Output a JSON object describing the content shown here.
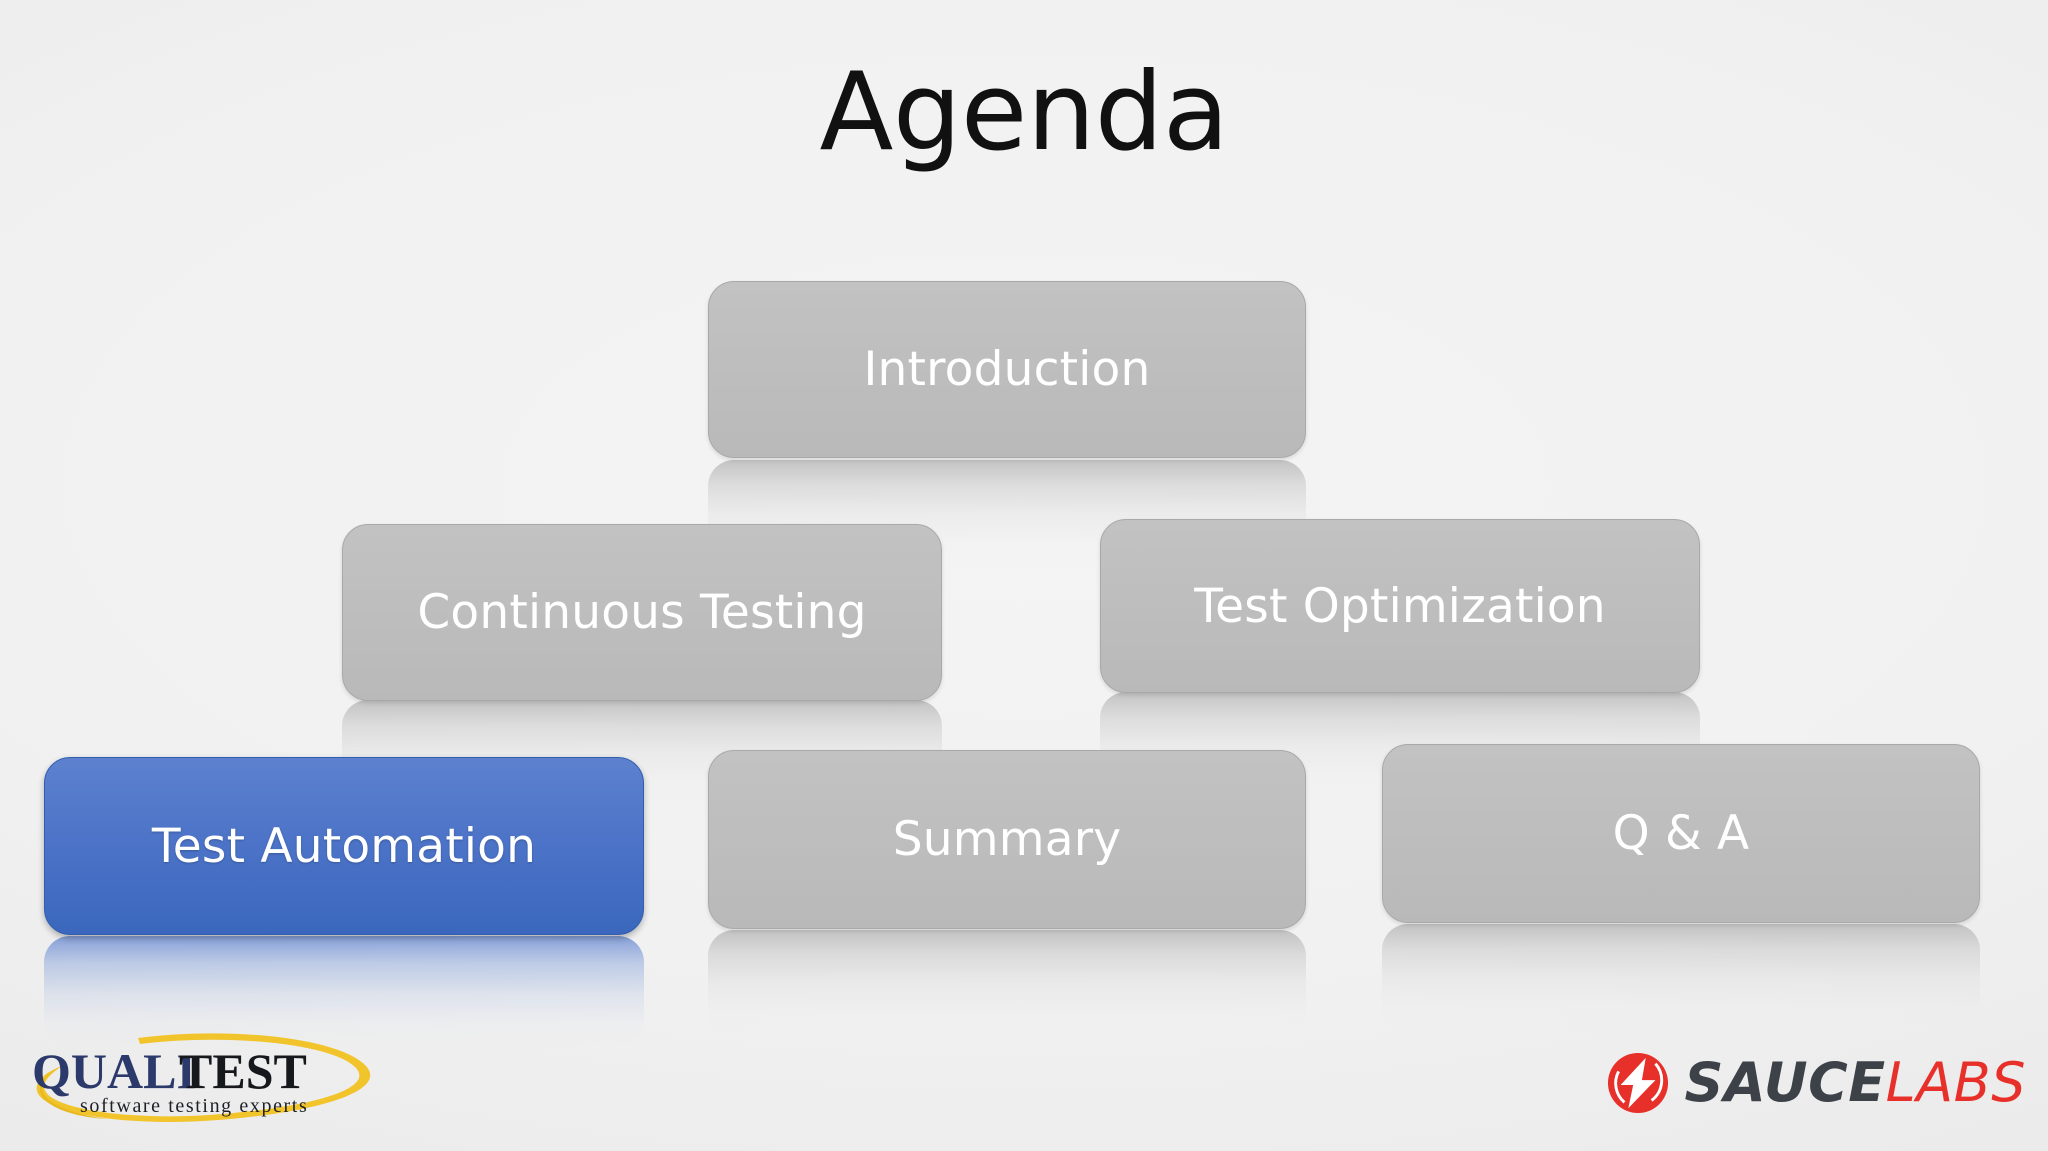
{
  "slide": {
    "title": "Agenda",
    "background_color": "#f0f0f0"
  },
  "agenda": {
    "highlight_color": "#4271c6",
    "default_color": "#bdbdbd",
    "label_color": "#ffffff",
    "items": [
      {
        "label": "Introduction",
        "state": "default",
        "row": 1,
        "column": 1
      },
      {
        "label": "Continuous Testing",
        "state": "default",
        "row": 2,
        "column": 1
      },
      {
        "label": "Test Optimization",
        "state": "default",
        "row": 2,
        "column": 2
      },
      {
        "label": "Test Automation",
        "state": "highlight",
        "row": 3,
        "column": 1
      },
      {
        "label": "Summary",
        "state": "default",
        "row": 3,
        "column": 2
      },
      {
        "label": "Q & A",
        "state": "default",
        "row": 3,
        "column": 3
      }
    ]
  },
  "logos": {
    "qualitest": {
      "name": "qualitest-logo",
      "word_primary": "QUALI",
      "word_secondary": "TEST",
      "tagline": "software testing experts",
      "primary_color": "#2b3a6b",
      "secondary_color": "#1a1a1a",
      "swoosh_color": "#f2c42c"
    },
    "saucelabs": {
      "name": "sauce-labs-logo",
      "word_primary": "SAUCE",
      "word_secondary": "LABS",
      "primary_color": "#3d4248",
      "secondary_color": "#e8302a",
      "badge_icon": "lightning-bolt-icon"
    }
  }
}
